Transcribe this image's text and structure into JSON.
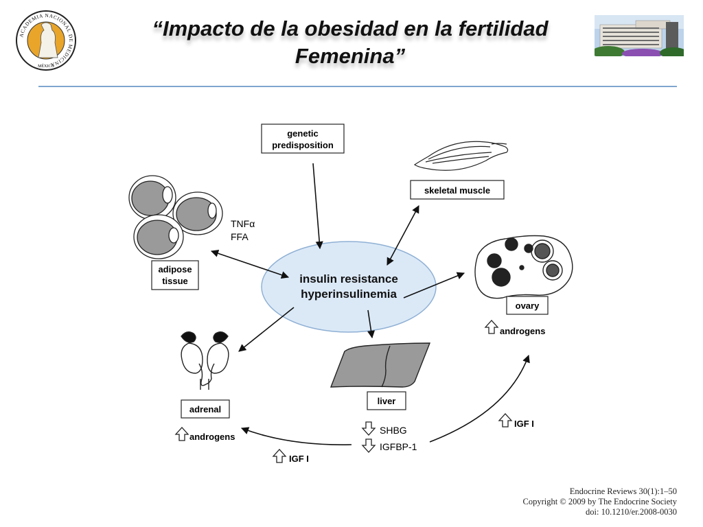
{
  "header": {
    "title_line1": "“Impacto de la obesidad en la fertilidad",
    "title_line2": "Femenina”",
    "logo_ring_text": "ACADEMIA NACIONAL DE MEDICINA",
    "logo_bottom_text": "MÉXICO"
  },
  "diagram": {
    "genetic_line1": "genetic",
    "genetic_line2": "predisposition",
    "skeletal_muscle": "skeletal muscle",
    "tnf": "TNFα",
    "ffa": "FFA",
    "adipose_line1": "adipose",
    "adipose_line2": "tissue",
    "center_line1": "insulin resistance",
    "center_line2": "hyperinsulinemia",
    "ovary": "ovary",
    "ovary_androgens": "androgens",
    "adrenal": "adrenal",
    "adrenal_androgens": "androgens",
    "liver": "liver",
    "shbg": "SHBG",
    "igfbp": "IGFBP-1",
    "igf_right": "IGF I",
    "igf_bottom": "IGF I"
  },
  "citation": {
    "line1": "Endocrine Reviews 30(1):1–50",
    "line2": "Copyright © 2009 by The Endocrine Society",
    "line3": "doi: 10.1210/er.2008-0030"
  },
  "colors": {
    "title_rule": "#7ea6cf",
    "ellipse_fill": "#dbe9f7",
    "ellipse_stroke": "#8fb0d4",
    "gray_fill": "#9a9a9a"
  }
}
